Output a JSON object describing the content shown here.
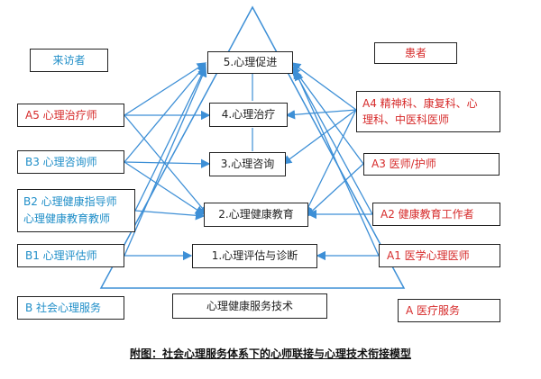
{
  "center": {
    "level5": "5.心理促进",
    "level4": "4.心理治疗",
    "level3": "3.心理咨询",
    "level2": "2.心理健康教育",
    "level1": "1.心理评估与诊断",
    "base": "心理健康服务技术"
  },
  "left": {
    "header": "来访者",
    "a5": "A5 心理治疗师",
    "b3": "B3 心理咨询师",
    "b2_line1": "B2 心理健康指导师",
    "b2_line2": "心理健康教育教师",
    "b1": "B1 心理评估师",
    "b": "B 社会心理服务"
  },
  "right": {
    "header": "患者",
    "a4_line1": "A4 精神科、康复科、心",
    "a4_line2": "理科、中医科医师",
    "a3": "A3 医师/护师",
    "a2": "A2 健康教育工作者",
    "a1": "A1 医学心理医师",
    "a": "A 医疗服务"
  },
  "caption": "附图：社会心理服务体系下的心师联接与心理技术衔接模型"
}
